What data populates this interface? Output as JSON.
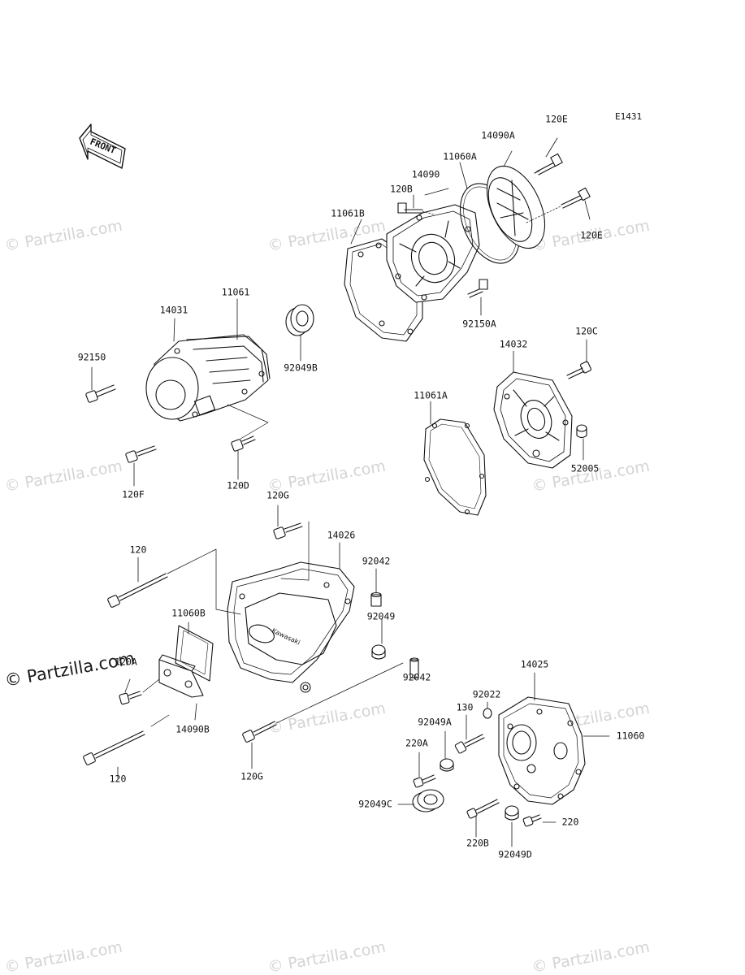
{
  "diagram_code": "E1431",
  "front_arrow_text": "FRONT",
  "watermark_text": "© Partzilla.com",
  "labels": {
    "l_120E_top": "120E",
    "l_14090A": "14090A",
    "l_11060A": "11060A",
    "l_14090": "14090",
    "l_120B": "120B",
    "l_11061B": "11061B",
    "l_120E_right": "120E",
    "l_92150A": "92150A",
    "l_14031": "14031",
    "l_11061": "11061",
    "l_92150": "92150",
    "l_92049B": "92049B",
    "l_120C": "120C",
    "l_14032": "14032",
    "l_11061A": "11061A",
    "l_52005": "52005",
    "l_120F": "120F",
    "l_120D": "120D",
    "l_120G_top": "120G",
    "l_14026": "14026",
    "l_120_top": "120",
    "l_92042_top": "92042",
    "l_11060B": "11060B",
    "l_92049": "92049",
    "l_120A": "120A",
    "l_92042_bottom": "92042",
    "l_14090B": "14090B",
    "l_14025": "14025",
    "l_92022": "92022",
    "l_130": "130",
    "l_92049A": "92049A",
    "l_11060": "11060",
    "l_220A": "220A",
    "l_120_bottom": "120",
    "l_120G_bottom": "120G",
    "l_92049C": "92049C",
    "l_220": "220",
    "l_220B": "220B",
    "l_92049D": "92049D"
  }
}
